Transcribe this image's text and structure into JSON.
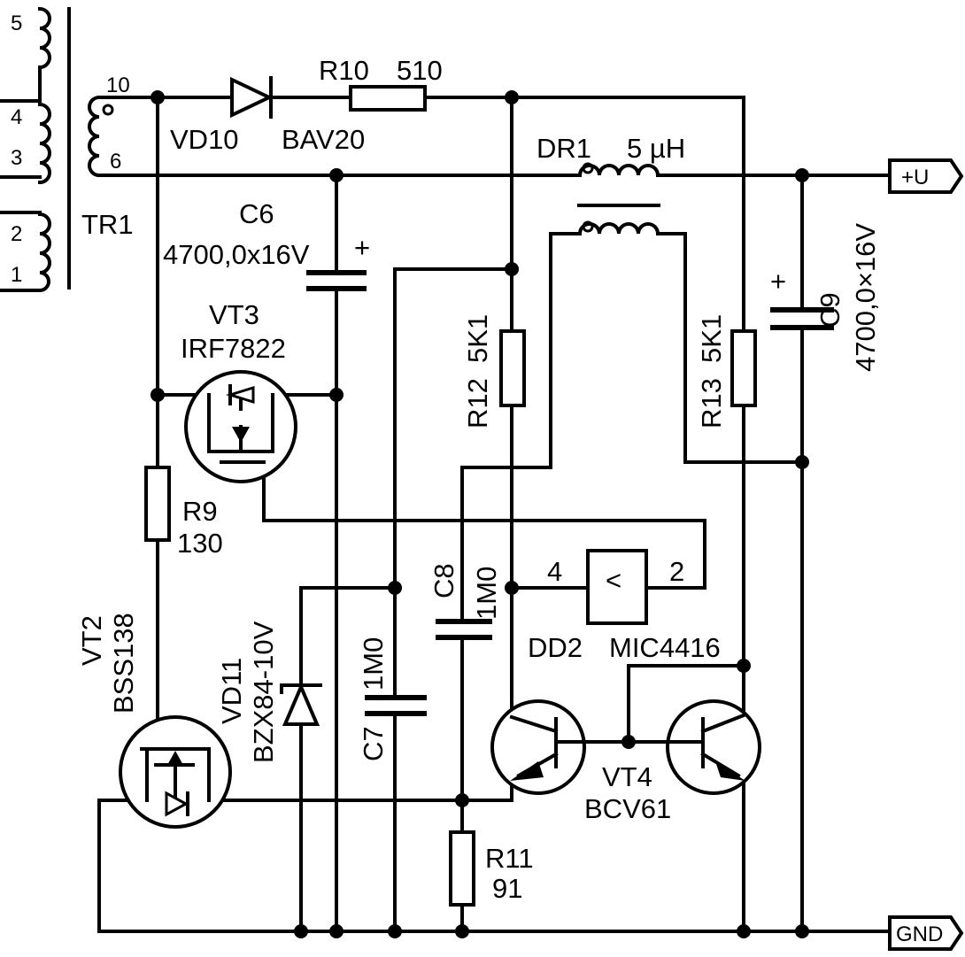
{
  "schematic": {
    "transformer": {
      "ref": "TR1",
      "pins": [
        "5",
        "4",
        "3",
        "2",
        "1",
        "10",
        "6"
      ]
    },
    "diode_vd10": {
      "ref": "VD10",
      "part": "BAV20"
    },
    "resistor_r10": {
      "ref": "R10",
      "value": "510"
    },
    "inductor_dr1": {
      "ref": "DR1",
      "value": "5 µH"
    },
    "output_plus": {
      "label": "+U"
    },
    "output_gnd": {
      "label": "GND"
    },
    "capacitor_c6": {
      "ref": "C6",
      "value": "4700,0x16V",
      "polarity": "+"
    },
    "capacitor_c9": {
      "ref": "C9",
      "value": "4700,0×16V",
      "polarity": "+"
    },
    "mosfet_vt3": {
      "ref": "VT3",
      "part": "IRF7822"
    },
    "resistor_r12": {
      "ref": "R12",
      "value": "5K1"
    },
    "resistor_r13": {
      "ref": "R13",
      "value": "5K1"
    },
    "resistor_r9": {
      "ref": "R9",
      "value": "130"
    },
    "mosfet_vt2": {
      "ref": "VT2",
      "part": "BSS138"
    },
    "zener_vd11": {
      "ref": "VD11",
      "part": "BZX84-10V"
    },
    "capacitor_c7": {
      "ref": "C7",
      "value": "1M0"
    },
    "capacitor_c8": {
      "ref": "C8",
      "value": "1M0"
    },
    "driver_dd2": {
      "ref": "DD2",
      "part": "MIC4416",
      "pin_in": "4",
      "pin_out": "2",
      "symbol": "<"
    },
    "transistor_vt4": {
      "ref": "VT4",
      "part": "BCV61"
    },
    "resistor_r11": {
      "ref": "R11",
      "value": "91"
    }
  }
}
